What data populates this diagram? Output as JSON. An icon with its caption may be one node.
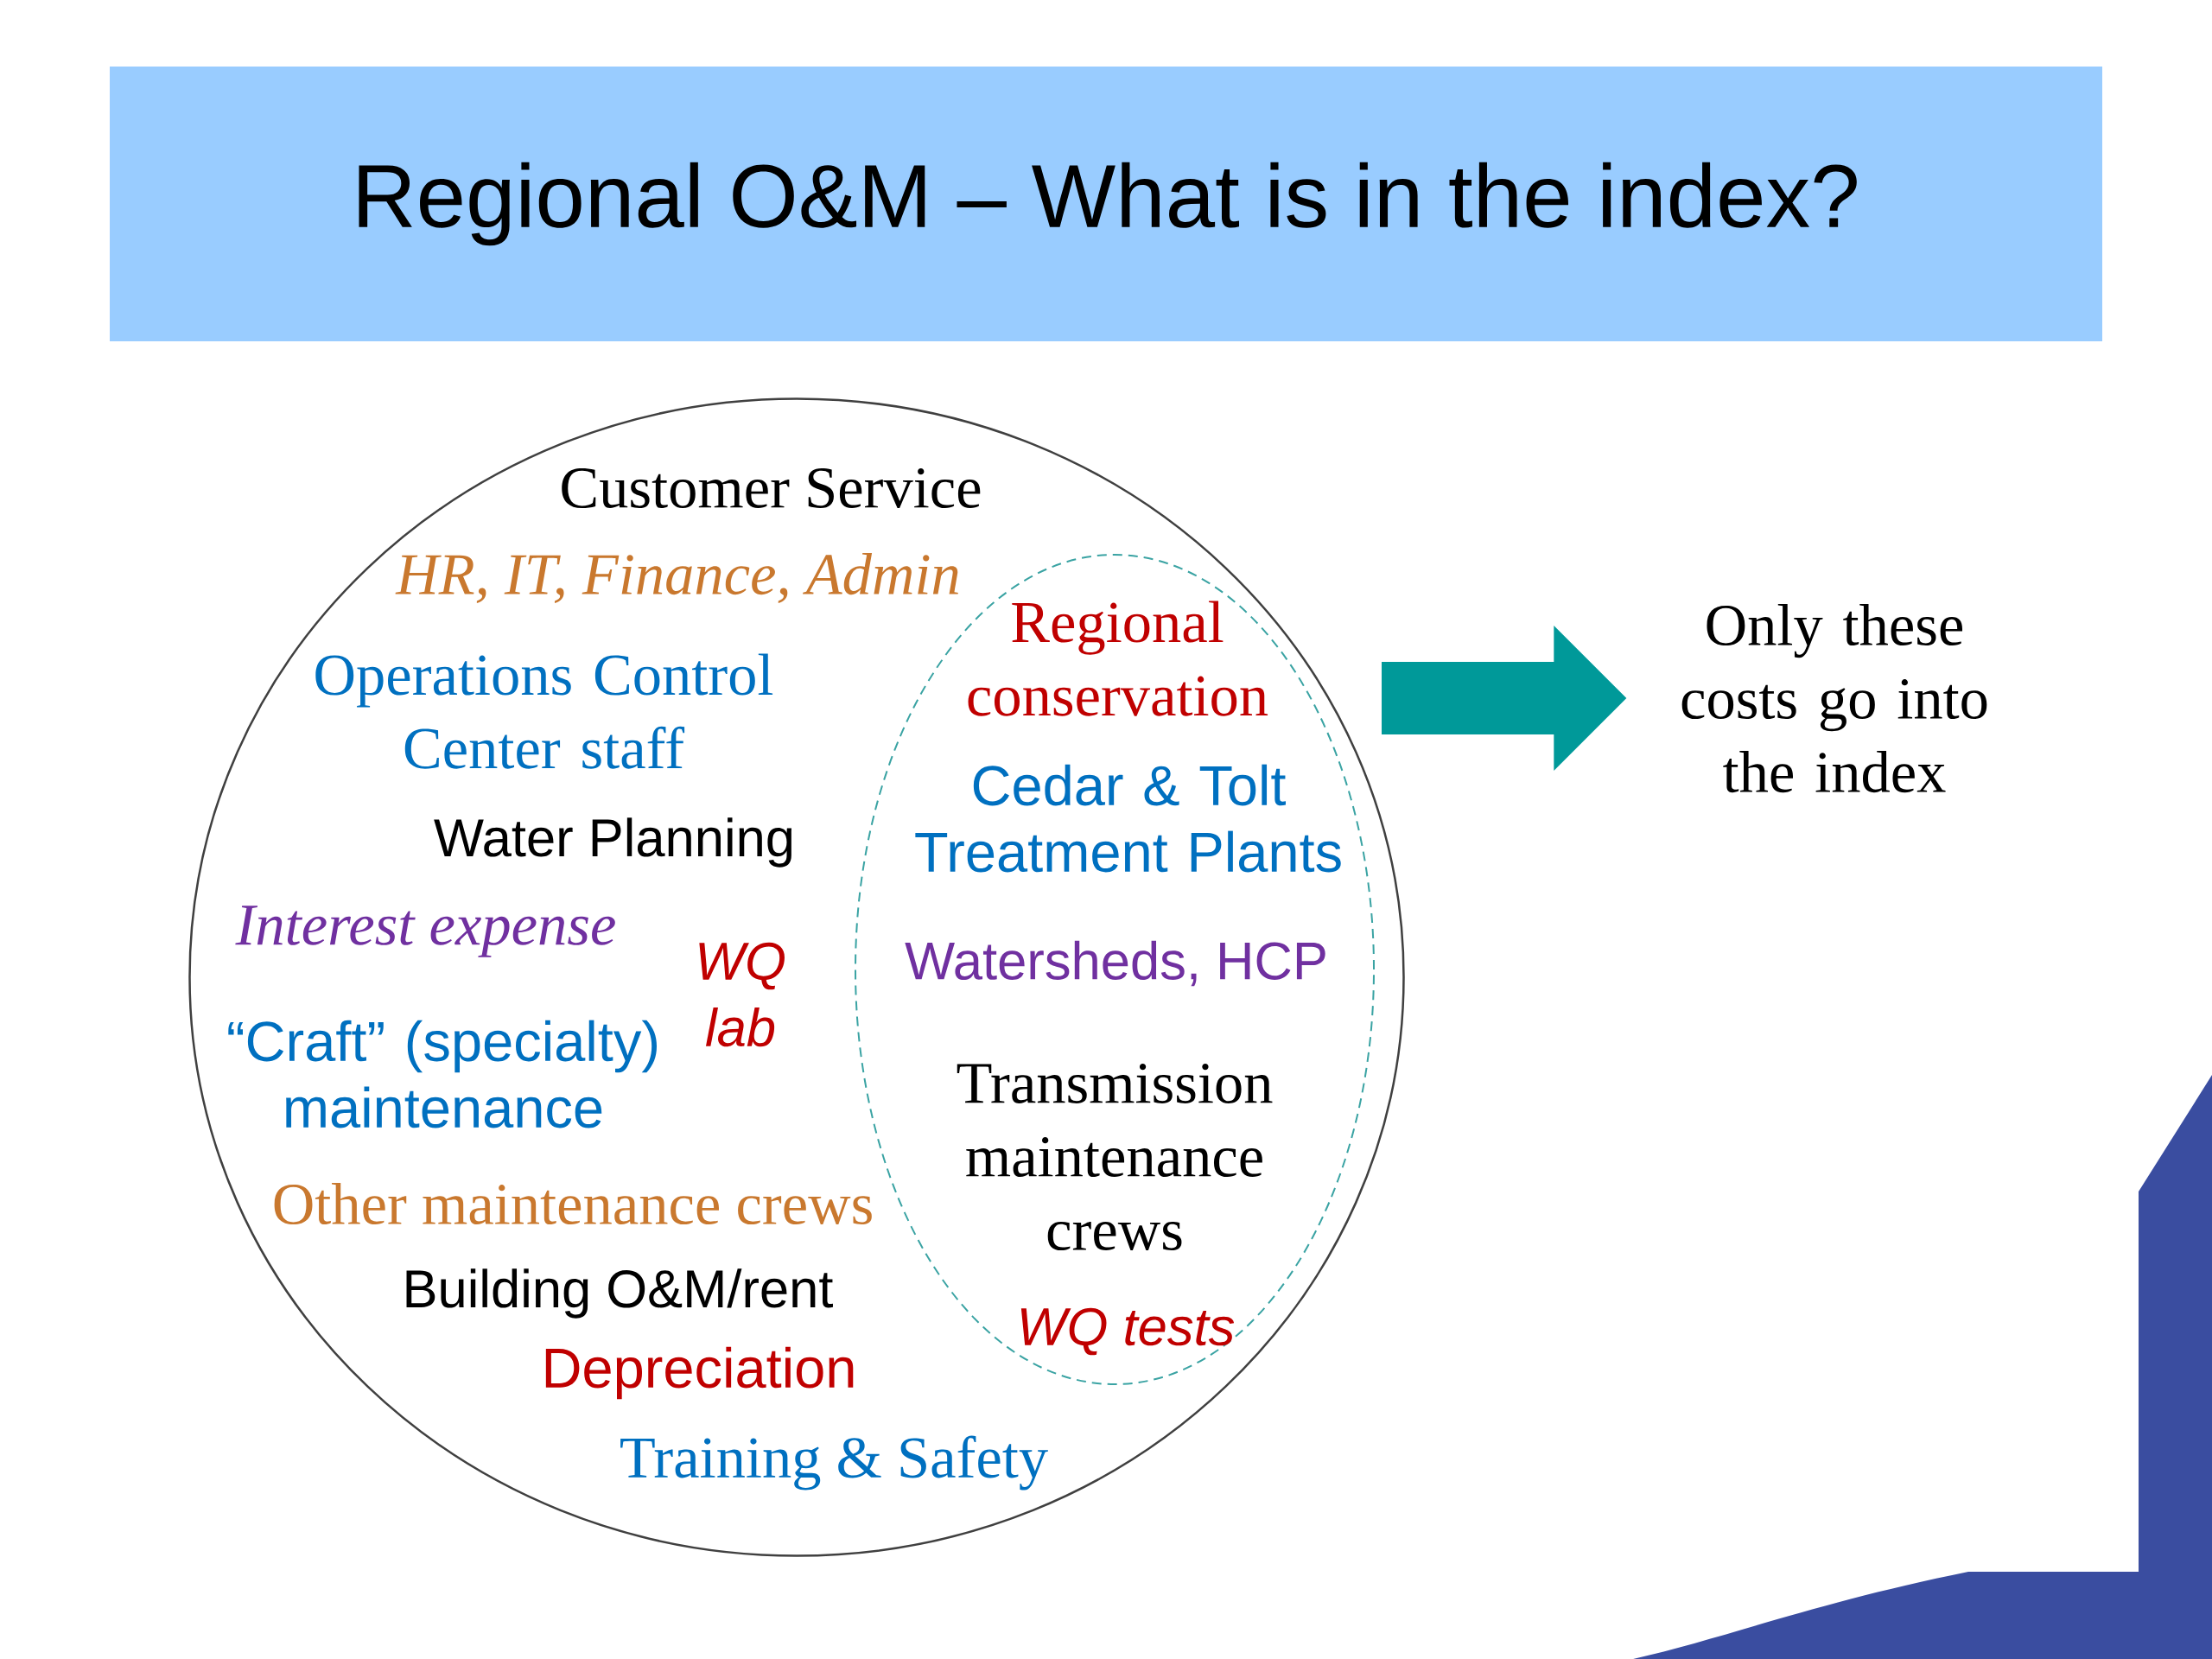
{
  "diagram": {
    "title": "Regional O&M – What is in the index?",
    "nodes": [
      {
        "text": [
          "Customer Service",
          "HR, IT, Finance, Admin",
          "Operations Control Center staff",
          "Water Planning",
          "Interest expense",
          "WQ lab",
          "“Craft” (specialty) maintenance",
          "Other maintenance crews",
          "Building O&M/rent",
          "Depreciation",
          "Training & Safety"
        ]
      },
      {
        "text": [
          "Regional conservation",
          "Cedar & Tolt Treatment Plants",
          "Watersheds, HCP",
          "Transmission maintenance crews",
          "WQ tests"
        ],
        "in": 0
      },
      {
        "text": [
          "Only these costs go into the index"
        ]
      }
    ],
    "edges": [
      {
        "from": 1,
        "to": 2,
        "arrow": "to",
        "style": "thick",
        "color": "#009999"
      }
    ]
  }
}
